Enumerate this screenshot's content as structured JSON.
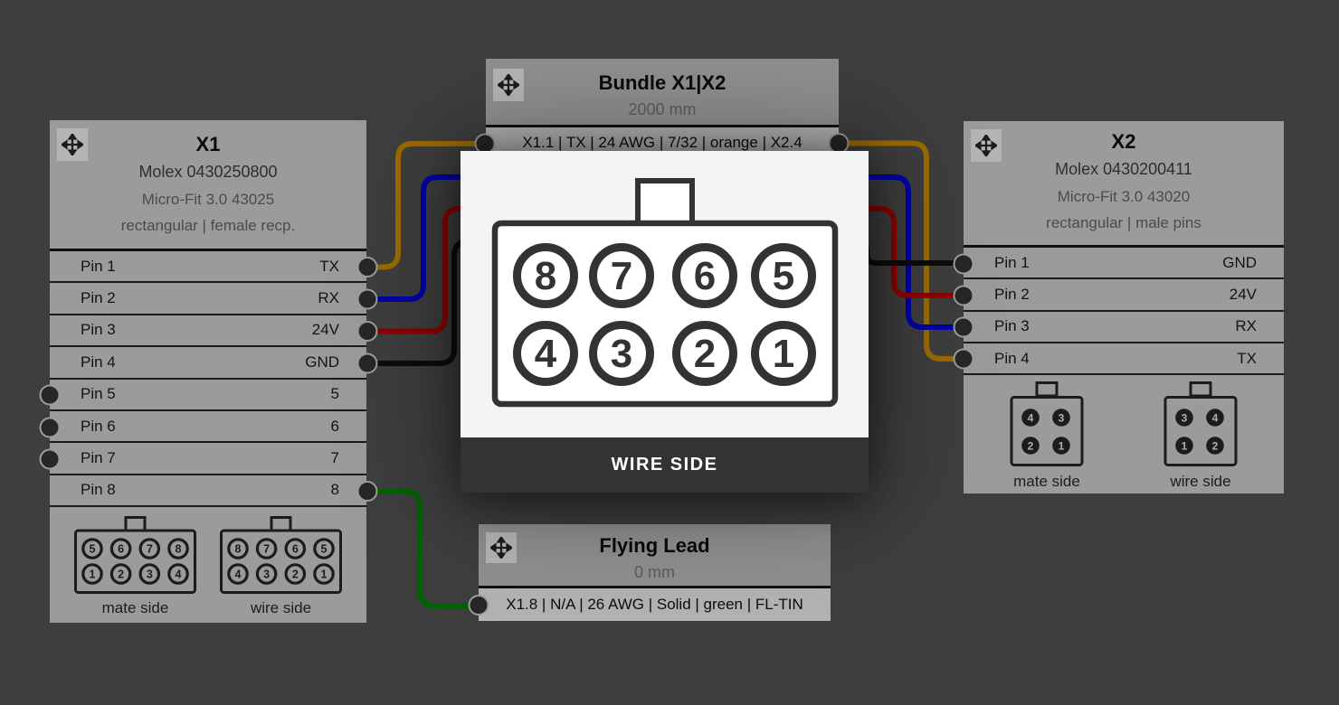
{
  "colors": {
    "orange": "#9c6a00",
    "blue": "#0000a6",
    "red": "#8e0000",
    "black": "#0c0c0c",
    "green": "#016201"
  },
  "x1": {
    "title": "X1",
    "mpn": "Molex 0430250800",
    "series": "Micro-Fit 3.0 43025",
    "type": "rectangular | female recp.",
    "pins": [
      {
        "name": "Pin 1",
        "label": "TX"
      },
      {
        "name": "Pin 2",
        "label": "RX"
      },
      {
        "name": "Pin 3",
        "label": "24V"
      },
      {
        "name": "Pin 4",
        "label": "GND"
      },
      {
        "name": "Pin 5",
        "label": "5"
      },
      {
        "name": "Pin 6",
        "label": "6"
      },
      {
        "name": "Pin 7",
        "label": "7"
      },
      {
        "name": "Pin 8",
        "label": "8"
      }
    ],
    "figures": [
      {
        "caption": "mate side",
        "rows": [
          [
            "5",
            "6",
            "7",
            "8"
          ],
          [
            "1",
            "2",
            "3",
            "4"
          ]
        ]
      },
      {
        "caption": "wire side",
        "rows": [
          [
            "8",
            "7",
            "6",
            "5"
          ],
          [
            "4",
            "3",
            "2",
            "1"
          ]
        ]
      }
    ]
  },
  "x2": {
    "title": "X2",
    "mpn": "Molex 0430200411",
    "series": "Micro-Fit 3.0 43020",
    "type": "rectangular | male pins",
    "pins": [
      {
        "name": "Pin 1",
        "label": "GND"
      },
      {
        "name": "Pin 2",
        "label": "24V"
      },
      {
        "name": "Pin 3",
        "label": "RX"
      },
      {
        "name": "Pin 4",
        "label": "TX"
      }
    ],
    "figures": [
      {
        "caption": "mate side",
        "rows": [
          [
            "4",
            "3"
          ],
          [
            "2",
            "1"
          ]
        ]
      },
      {
        "caption": "wire side",
        "rows": [
          [
            "3",
            "4"
          ],
          [
            "1",
            "2"
          ]
        ]
      }
    ]
  },
  "bundle": {
    "title": "Bundle X1|X2",
    "length": "2000 mm",
    "wires": [
      {
        "label": "X1.1 | TX | 24 AWG | 7/32 | orange | X2.4"
      }
    ]
  },
  "flying_lead": {
    "title": "Flying Lead",
    "length": "0 mm",
    "wires": [
      {
        "label": "X1.8 | N/A | 26 AWG | Solid | green | FL-TIN"
      }
    ]
  },
  "popup": {
    "label": "WIRE SIDE",
    "pin_rows": [
      [
        "8",
        "7",
        "6",
        "5"
      ],
      [
        "4",
        "3",
        "2",
        "1"
      ]
    ]
  }
}
